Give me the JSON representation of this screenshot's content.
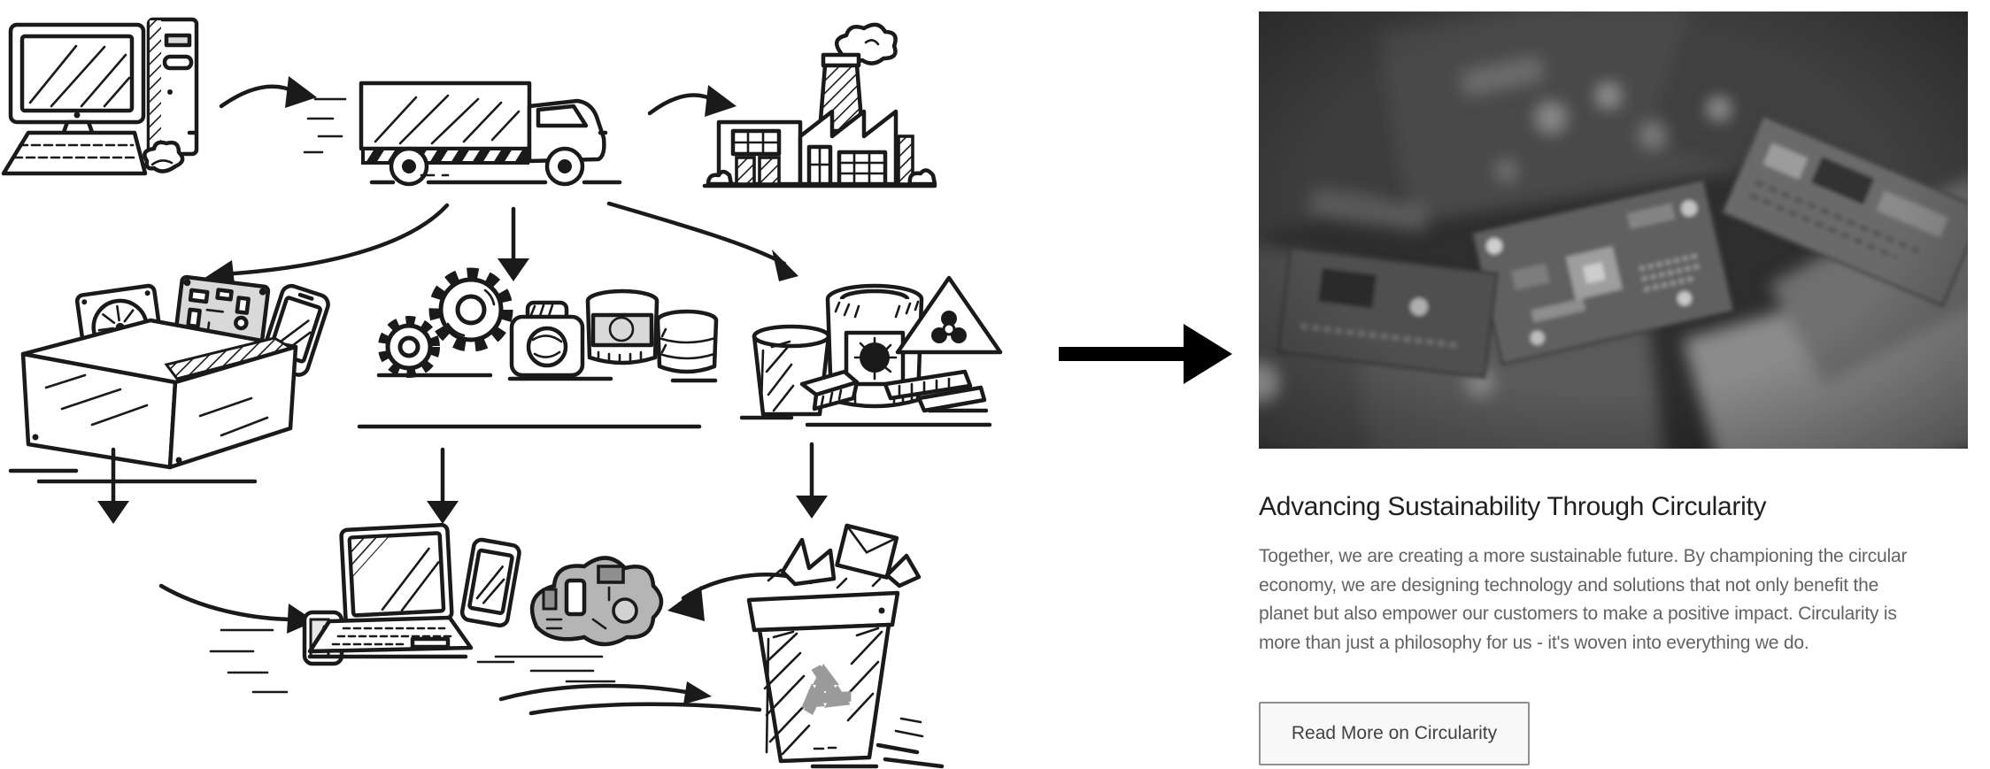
{
  "illustration": {
    "style": "hand-drawn black-and-white e-waste lifecycle sketch",
    "icons": [
      {
        "name": "desktop-computer-icon"
      },
      {
        "name": "curved-arrow-right-icon"
      },
      {
        "name": "delivery-truck-icon"
      },
      {
        "name": "curved-arrow-right-icon"
      },
      {
        "name": "factory-icon"
      },
      {
        "name": "branch-arrow-left-icon"
      },
      {
        "name": "branch-arrow-down-icon"
      },
      {
        "name": "branch-arrow-right-icon"
      },
      {
        "name": "spare-parts-box-icon"
      },
      {
        "name": "gears-icon"
      },
      {
        "name": "material-jars-icon"
      },
      {
        "name": "hazardous-waste-barrels-icon"
      },
      {
        "name": "biohazard-triangle-icon"
      },
      {
        "name": "arrow-down-icon"
      },
      {
        "name": "refurbished-devices-icon"
      },
      {
        "name": "recovered-components-icon"
      },
      {
        "name": "arrow-left-curved-icon"
      },
      {
        "name": "arrow-right-small-icon"
      },
      {
        "name": "recycling-bin-icon"
      }
    ],
    "ink_color": "#1a1a1a"
  },
  "flow_arrow": {
    "name": "flow-arrow-right-icon",
    "color": "#000000"
  },
  "right_panel": {
    "photo": {
      "name": "e-waste-circuit-boards-photo",
      "style": "black-and-white photo of piled circuit boards, shallow depth of field"
    },
    "heading": "Advancing Sustainability Through Circularity",
    "paragraph_lines": [
      "Together, we are creating a more sustainable future. By championing the circular",
      "economy, we are designing technology and solutions that not only benefit the",
      "planet but also empower our customers to make a positive impact. Circularity is",
      "more than just a philosophy for us - it's woven into everything we do."
    ],
    "button_label": "Read More on Circularity",
    "colors": {
      "heading_text": "#1f1f1f",
      "body_text": "#636363",
      "button_bg": "#f8f8f8",
      "button_border": "#8f8f8f",
      "button_text": "#424242"
    }
  }
}
